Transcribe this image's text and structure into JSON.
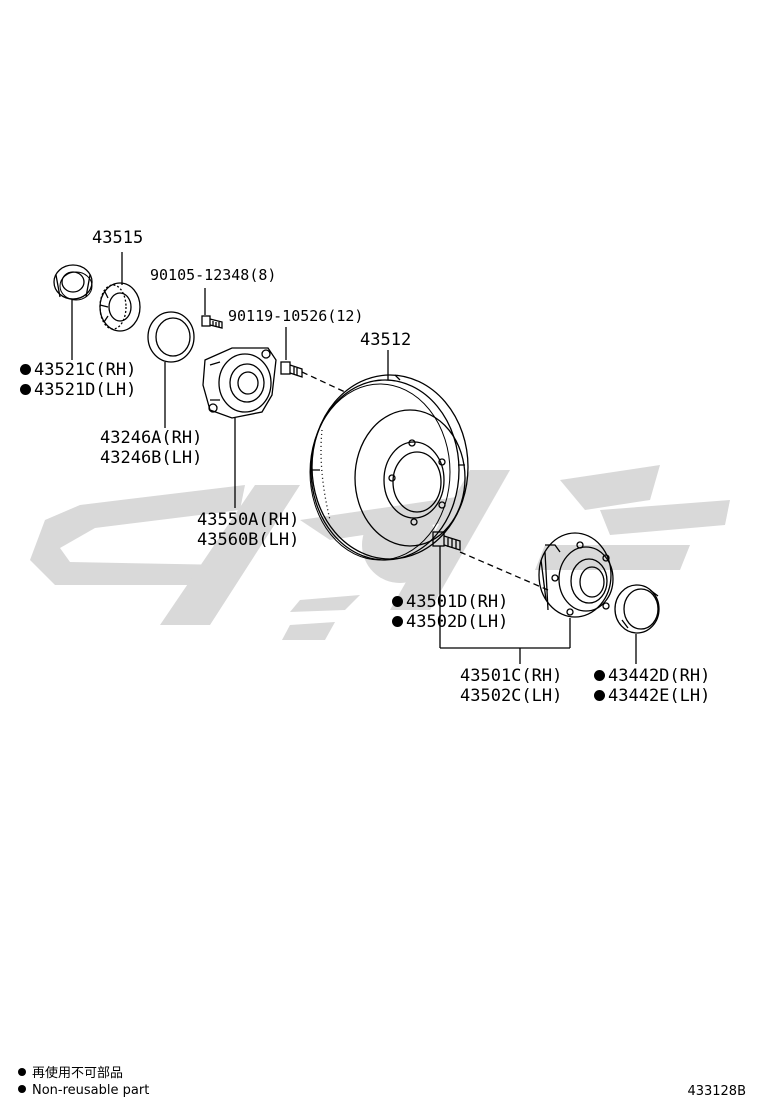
{
  "labels": {
    "p43515": "43515",
    "p90105": "90105-12348(8)",
    "p90119": "90119-10526(12)",
    "p43512": "43512",
    "p43521c": "43521C(RH)",
    "p43521d": "43521D(LH)",
    "p43246a": "43246A(RH)",
    "p43246b": "43246B(LH)",
    "p43550a": "43550A(RH)",
    "p43560b": "43560B(LH)",
    "p43501d": "43501D(RH)",
    "p43502d": "43502D(LH)",
    "p43501c": "43501C(RH)",
    "p43502c": "43502C(LH)",
    "p43442d": "43442D(RH)",
    "p43442e": "43442E(LH)"
  },
  "legend": {
    "line1": "再使用不可部品",
    "line2": "Non-reusable part"
  },
  "figure_code": "433128B",
  "colors": {
    "watermark": "#d9d9d9",
    "ink": "#000000"
  }
}
